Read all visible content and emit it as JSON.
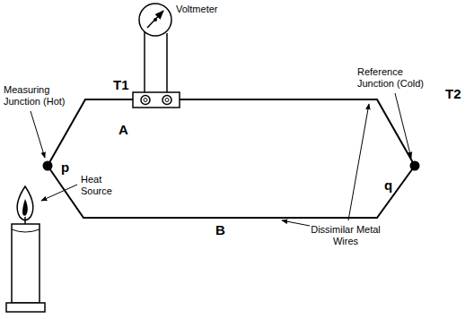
{
  "diagram": {
    "labels": [
      "Voltmeter",
      "T1",
      "Measuring Junction (Hot)",
      "Reference Junction (Cold)",
      "T2",
      "A",
      "p",
      "q",
      "Heat Source",
      "B",
      "Dissimilar Metal Wires"
    ]
  }
}
